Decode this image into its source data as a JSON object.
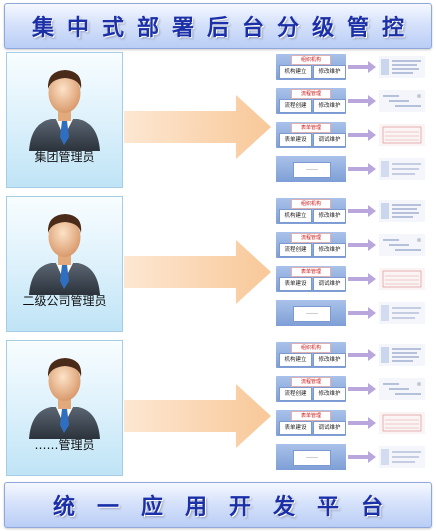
{
  "header": {
    "title": "集中式部署后台分级管控"
  },
  "footer": {
    "title": "统一应用开发平台"
  },
  "rows": [
    {
      "label": "集团管理员",
      "modules": [
        {
          "title": "组织机构",
          "btn1": "机构建立",
          "btn2": "修改维护"
        },
        {
          "title": "流程管理",
          "btn1": "流程创建",
          "btn2": "修改维护"
        },
        {
          "title": "表单管理",
          "btn1": "表单建设",
          "btn2": "调试维护"
        },
        {
          "title": "",
          "btn1": "……",
          "btn2": ""
        }
      ]
    },
    {
      "label": "二级公司管理员",
      "modules": [
        {
          "title": "组织机构",
          "btn1": "机构建立",
          "btn2": "修改维护"
        },
        {
          "title": "流程管理",
          "btn1": "流程创建",
          "btn2": "修改维护"
        },
        {
          "title": "表单管理",
          "btn1": "表单建设",
          "btn2": "调试维护"
        },
        {
          "title": "",
          "btn1": "……",
          "btn2": ""
        }
      ]
    },
    {
      "label": "……管理员",
      "modules": [
        {
          "title": "组织机构",
          "btn1": "机构建立",
          "btn2": "修改维护"
        },
        {
          "title": "流程管理",
          "btn1": "流程创建",
          "btn2": "修改维护"
        },
        {
          "title": "表单管理",
          "btn1": "表单建设",
          "btn2": "调试维护"
        },
        {
          "title": "",
          "btn1": "……",
          "btn2": ""
        }
      ]
    }
  ]
}
